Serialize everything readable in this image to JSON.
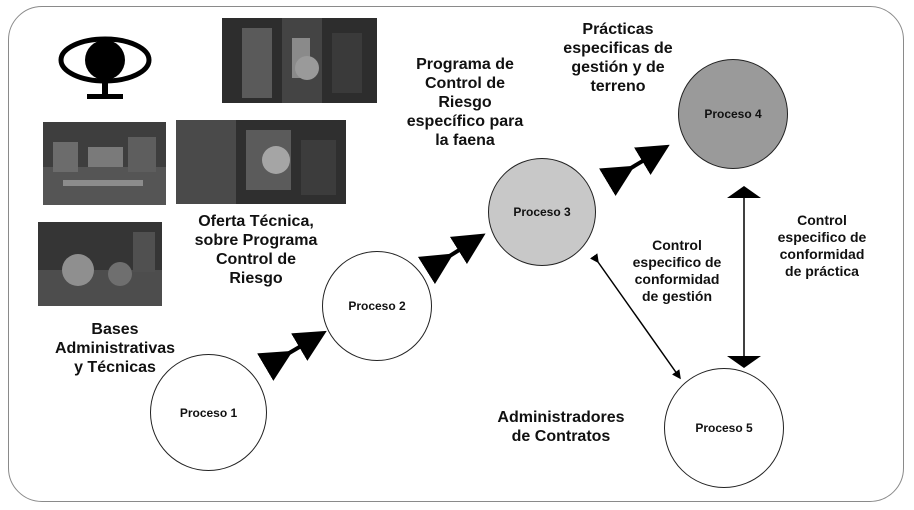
{
  "processes": {
    "p1": "Proceso 1",
    "p2": "Proceso 2",
    "p3": "Proceso 3",
    "p4": "Proceso 4",
    "p5": "Proceso 5"
  },
  "labels": {
    "bases": "Bases\nAdministrativas\ny Técnicas",
    "oferta": "Oferta Técnica,\nsobre Programa\nControl de\nRiesgo",
    "programa": "Programa de\nControl de\nRiesgo\nespecífico para\nla faena",
    "practicas": "Prácticas\nespecificas de\ngestión y de\nterreno",
    "control_gestion": "Control\nespecifico de\nconformidad\nde gestión",
    "control_practica": "Control\nespecifico de\nconformidad\nde práctica",
    "administradores": "Administradores\nde Contratos"
  },
  "colors": {
    "process3_fill": "#c8c8c8",
    "process4_fill": "#9a9a9a",
    "circle_fill": "#ffffff"
  },
  "icons": {
    "logo": "eye-symbol-logo",
    "photos": [
      "mining-equipment-photo",
      "industrial-plant-photo",
      "workers-photo",
      "furnace-photo"
    ]
  }
}
